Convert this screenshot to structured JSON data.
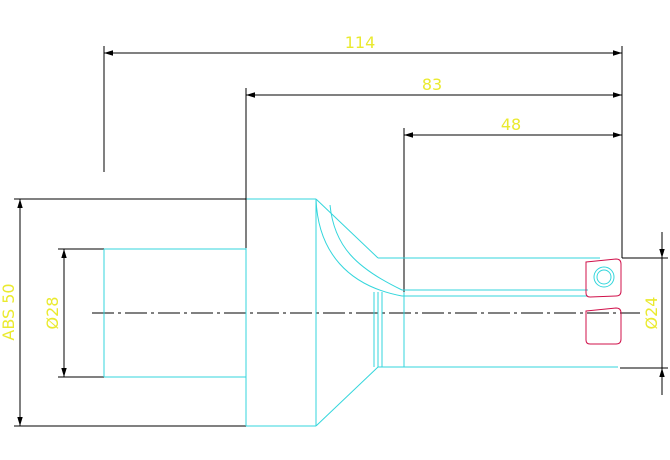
{
  "drawing": {
    "colors": {
      "background": "#ffffff",
      "dimension_lines": "#000000",
      "outline": "#33d6dc",
      "centerline": "#000000",
      "dimension_text": "#eaea2e",
      "insert": "#d0104a"
    },
    "dimensions": {
      "overall_length": "114",
      "mid_length": "83",
      "tip_length": "48",
      "total_height": "ABS 50",
      "inner_diameter": "Ø28",
      "tip_diameter": "Ø24"
    }
  }
}
